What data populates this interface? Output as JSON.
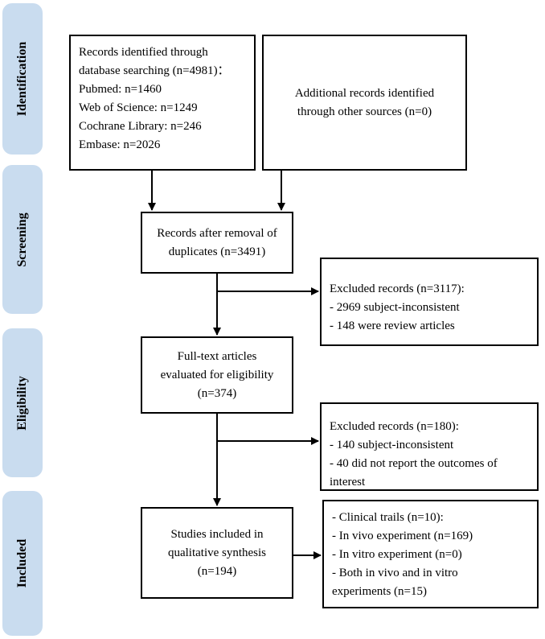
{
  "phases": [
    {
      "label": "Identification"
    },
    {
      "label": "Screening"
    },
    {
      "label": "Eligibility"
    },
    {
      "label": "Included"
    }
  ],
  "boxes": {
    "database": {
      "lines": [
        "Records identified through",
        "database searching (n=4981)：",
        "Pubmed: n=1460",
        "Web of Science: n=1249",
        "Cochrane Library: n=246",
        "Embase: n=2026"
      ]
    },
    "additional": {
      "lines": [
        "Additional records identified",
        "through other sources (n=0)"
      ]
    },
    "duplicates": {
      "lines": [
        "Records after removal of",
        "duplicates (n=3491)"
      ]
    },
    "excluded1": {
      "lines": [
        "Excluded records (n=3117):",
        "- 2969 subject-inconsistent",
        "- 148 were review articles"
      ]
    },
    "fulltext": {
      "lines": [
        "Full-text articles",
        "evaluated for eligibility",
        "(n=374)"
      ]
    },
    "excluded2": {
      "lines": [
        "Excluded records (n=180):",
        "- 140 subject-inconsistent",
        "- 40 did not report the outcomes of",
        "interest"
      ]
    },
    "included": {
      "lines": [
        "Studies included in",
        "qualitative synthesis",
        "(n=194)"
      ]
    },
    "breakdown": {
      "lines": [
        "- Clinical trails (n=10):",
        "- In vivo experiment (n=169)",
        "- In vitro experiment (n=0)",
        "- Both in vivo and in vitro",
        "experiments (n=15)"
      ]
    }
  },
  "colors": {
    "phase_fill": "#c9dcef",
    "line": "#000000"
  }
}
